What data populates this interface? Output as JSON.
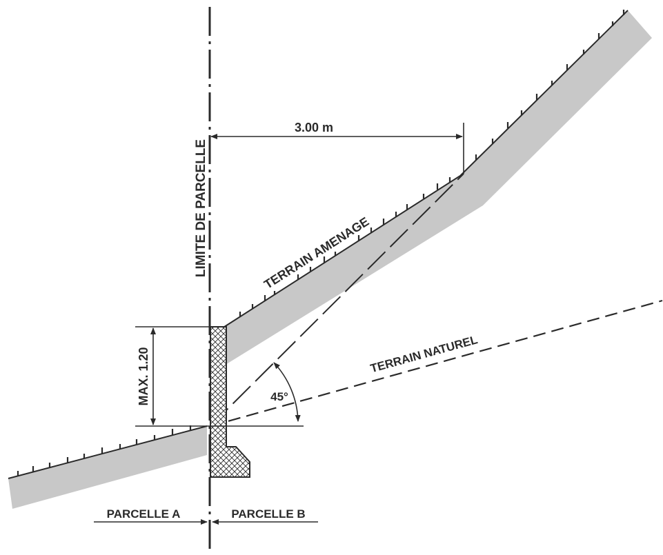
{
  "labels": {
    "property_line": "LIMITE DE PARCELLE",
    "distance": "3.00 m",
    "max_height": "MAX. 1.20",
    "terrain_amenage": "TERRAIN AMENAGE",
    "terrain_naturel": "TERRAIN NATUREL",
    "angle": "45°",
    "parcelle_a": "PARCELLE A",
    "parcelle_b": "PARCELLE B"
  },
  "colors": {
    "ink": "#2a2a2a",
    "fill": "#c8c8c8",
    "background": "#ffffff"
  }
}
